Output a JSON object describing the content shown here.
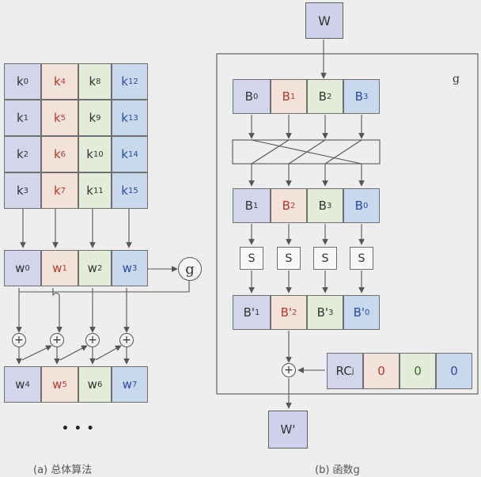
{
  "left": {
    "key_rows": [
      [
        {
          "b": "k",
          "s": "0"
        },
        {
          "b": "k",
          "s": "4"
        },
        {
          "b": "k",
          "s": "8"
        },
        {
          "b": "k",
          "s": "12"
        }
      ],
      [
        {
          "b": "k",
          "s": "1"
        },
        {
          "b": "k",
          "s": "5"
        },
        {
          "b": "k",
          "s": "9"
        },
        {
          "b": "k",
          "s": "13"
        }
      ],
      [
        {
          "b": "k",
          "s": "2"
        },
        {
          "b": "k",
          "s": "6"
        },
        {
          "b": "k",
          "s": "10"
        },
        {
          "b": "k",
          "s": "14"
        }
      ],
      [
        {
          "b": "k",
          "s": "3"
        },
        {
          "b": "k",
          "s": "7"
        },
        {
          "b": "k",
          "s": "11"
        },
        {
          "b": "k",
          "s": "15"
        }
      ]
    ],
    "w_row1": [
      {
        "b": "w",
        "s": "0"
      },
      {
        "b": "w",
        "s": "1"
      },
      {
        "b": "w",
        "s": "2"
      },
      {
        "b": "w",
        "s": "3"
      }
    ],
    "w_row2": [
      {
        "b": "w",
        "s": "4"
      },
      {
        "b": "w",
        "s": "5"
      },
      {
        "b": "w",
        "s": "6"
      },
      {
        "b": "w",
        "s": "7"
      }
    ],
    "g_label": "g",
    "plus_symbol": "+",
    "ellipsis": "• • •",
    "caption": "(a) 总体算法"
  },
  "right": {
    "top_label": "W",
    "g_label": "g",
    "b_row1": [
      {
        "b": "B",
        "s": "0"
      },
      {
        "b": "B",
        "s": "1"
      },
      {
        "b": "B",
        "s": "2"
      },
      {
        "b": "B",
        "s": "3"
      }
    ],
    "b_row2": [
      {
        "b": "B",
        "s": "1"
      },
      {
        "b": "B",
        "s": "2"
      },
      {
        "b": "B",
        "s": "3"
      },
      {
        "b": "B",
        "s": "0"
      }
    ],
    "s_label": "S",
    "b_row3": [
      {
        "b": "B'",
        "s": "1"
      },
      {
        "b": "B'",
        "s": "2"
      },
      {
        "b": "B'",
        "s": "3"
      },
      {
        "b": "B'",
        "s": "0"
      }
    ],
    "rc": [
      {
        "b": "RC",
        "s": "j"
      },
      {
        "b": "0",
        "s": ""
      },
      {
        "b": "0",
        "s": ""
      },
      {
        "b": "0",
        "s": ""
      }
    ],
    "plus_symbol": "+",
    "out_label": "W'",
    "caption": "(b) 函数g"
  },
  "colors": {
    "blue": "#d3d6eb",
    "red": "#f2e2da",
    "green": "#e2ecd8",
    "light_blue": "#c8d9ee",
    "text_red": "#b03a2e",
    "text_green": "#2e6b2e",
    "text_blue": "#2a4aa0",
    "line": "#555555"
  }
}
